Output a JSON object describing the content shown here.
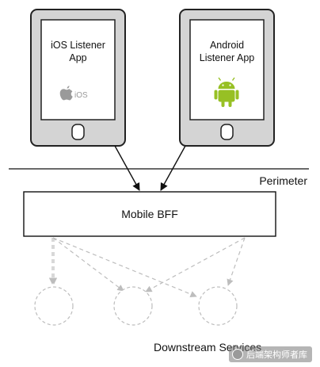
{
  "devices": {
    "ios": {
      "title_line1": "iOS Listener",
      "title_line2": "App",
      "logo_text": "iOS",
      "logo_color": "#9a9a9a"
    },
    "android": {
      "title_line1": "Android",
      "title_line2": "Listener App",
      "robot_color": "#97c024"
    },
    "body_color": "#d4d4d4",
    "screen_color": "#ffffff",
    "outline_color": "#222222"
  },
  "perimeter": {
    "label": "Perimeter"
  },
  "bff": {
    "label": "Mobile BFF"
  },
  "downstream": {
    "label": "Downstream Services",
    "service_count": 3,
    "dash_color": "#bdbdbd"
  },
  "watermark": {
    "text": "后端架构师者库"
  }
}
